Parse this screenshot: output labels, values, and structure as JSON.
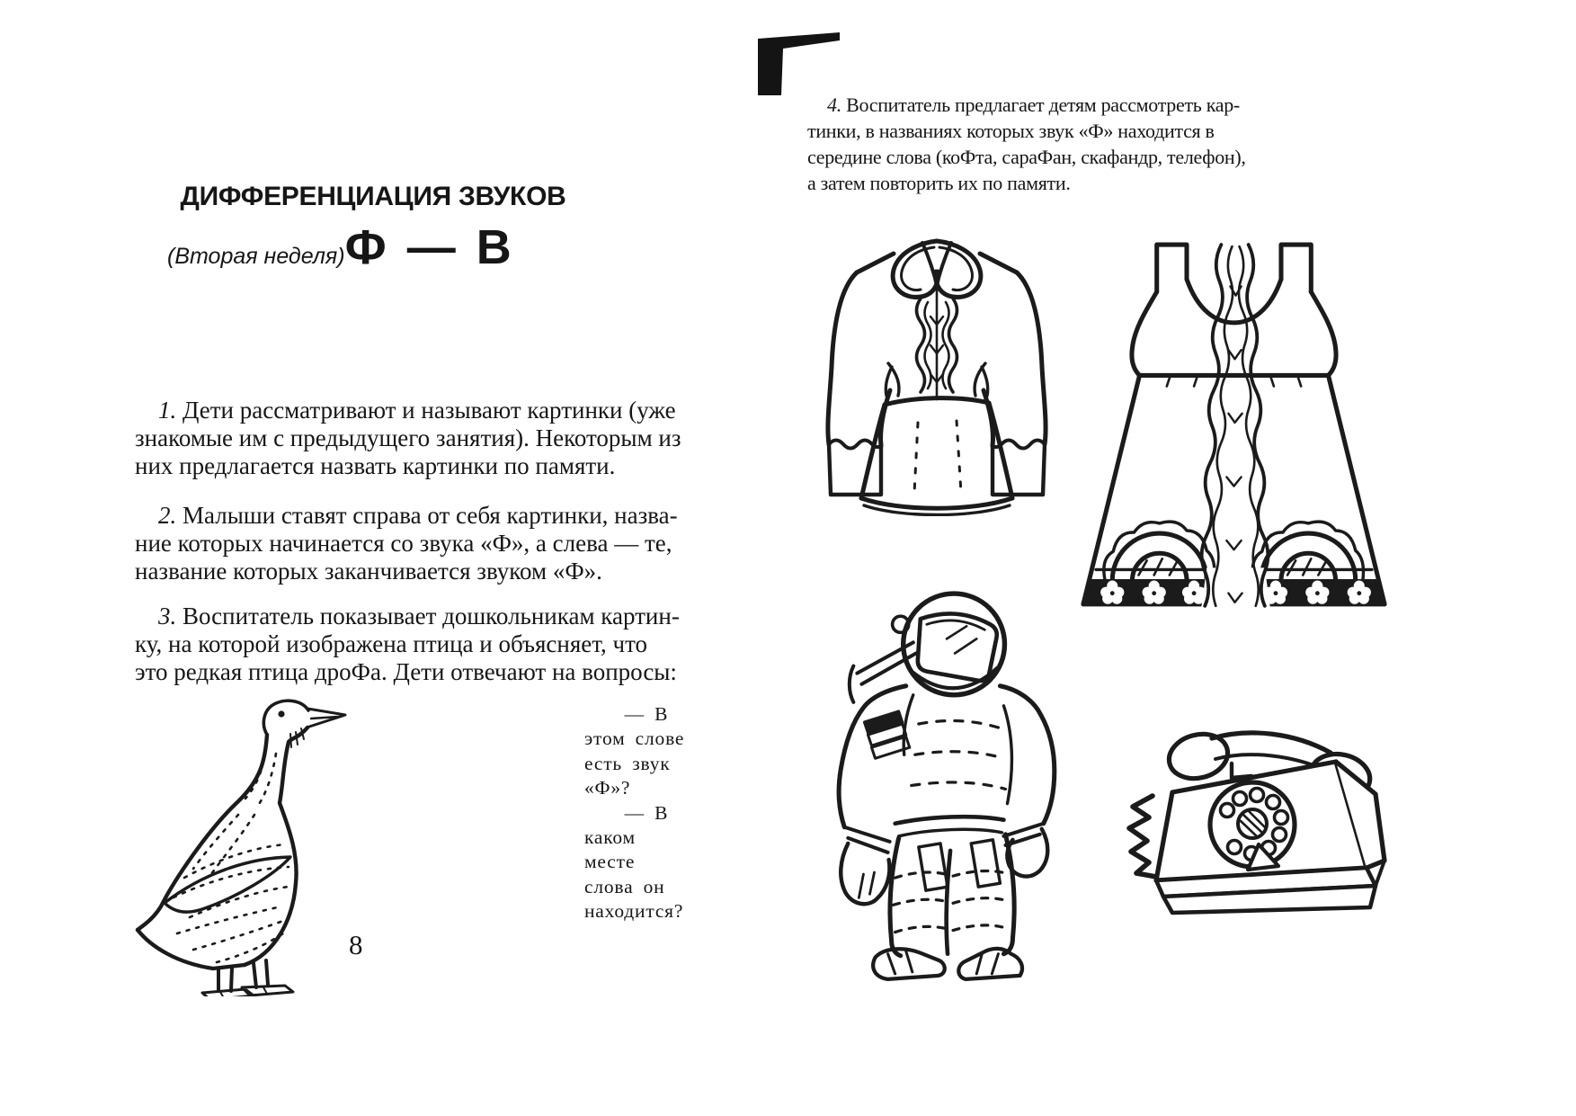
{
  "page_number": "8",
  "colors": {
    "ink": "#1b1b1b",
    "paper": "#ffffff"
  },
  "header": {
    "title": "ДИФФЕРЕНЦИАЦИЯ ЗВУКОВ",
    "week_note": "(Вторая неделя)",
    "sounds": "Ф — В"
  },
  "paragraphs": {
    "p1": {
      "num": "1.",
      "lines": [
        "Дети рассматривают и называют картинки (уже",
        "знакомые им с предыдущего занятия). Некоторым из",
        "них предлагается назвать картинки по памяти."
      ]
    },
    "p2": {
      "num": "2.",
      "lines": [
        "Малыши ставят справа от себя картинки, назва-",
        "ние которых начинается со звука «Ф», а слева — те,",
        "название которых заканчивается звуком «Ф»."
      ]
    },
    "p3": {
      "num": "3.",
      "lines": [
        "Воспитатель показывает дошкольникам картин-",
        "ку, на которой изображена птица и объясняет, что",
        "это редкая птица дроФа. Дети отвечают на вопросы:"
      ]
    },
    "p4": {
      "num": "4.",
      "lines": [
        "Воспитатель предлагает детям рассмотреть кар-",
        "тинки, в названиях которых звук «Ф» находится в",
        "середине слова (коФта, сараФан, скафандр, телефон),",
        "а затем повторить их по памяти."
      ]
    }
  },
  "questions_lines": [
    "  — В",
    "этом слове",
    "есть звук",
    "«Ф»?",
    "  — В",
    "каком",
    "месте",
    "слова он",
    "находится?"
  ],
  "illustrations": {
    "bird": "дрофа (редкая птица)",
    "blouse": "кофта",
    "sarafan": "сарафан",
    "spacesuit": "скафандр",
    "telephone": "телефон"
  }
}
